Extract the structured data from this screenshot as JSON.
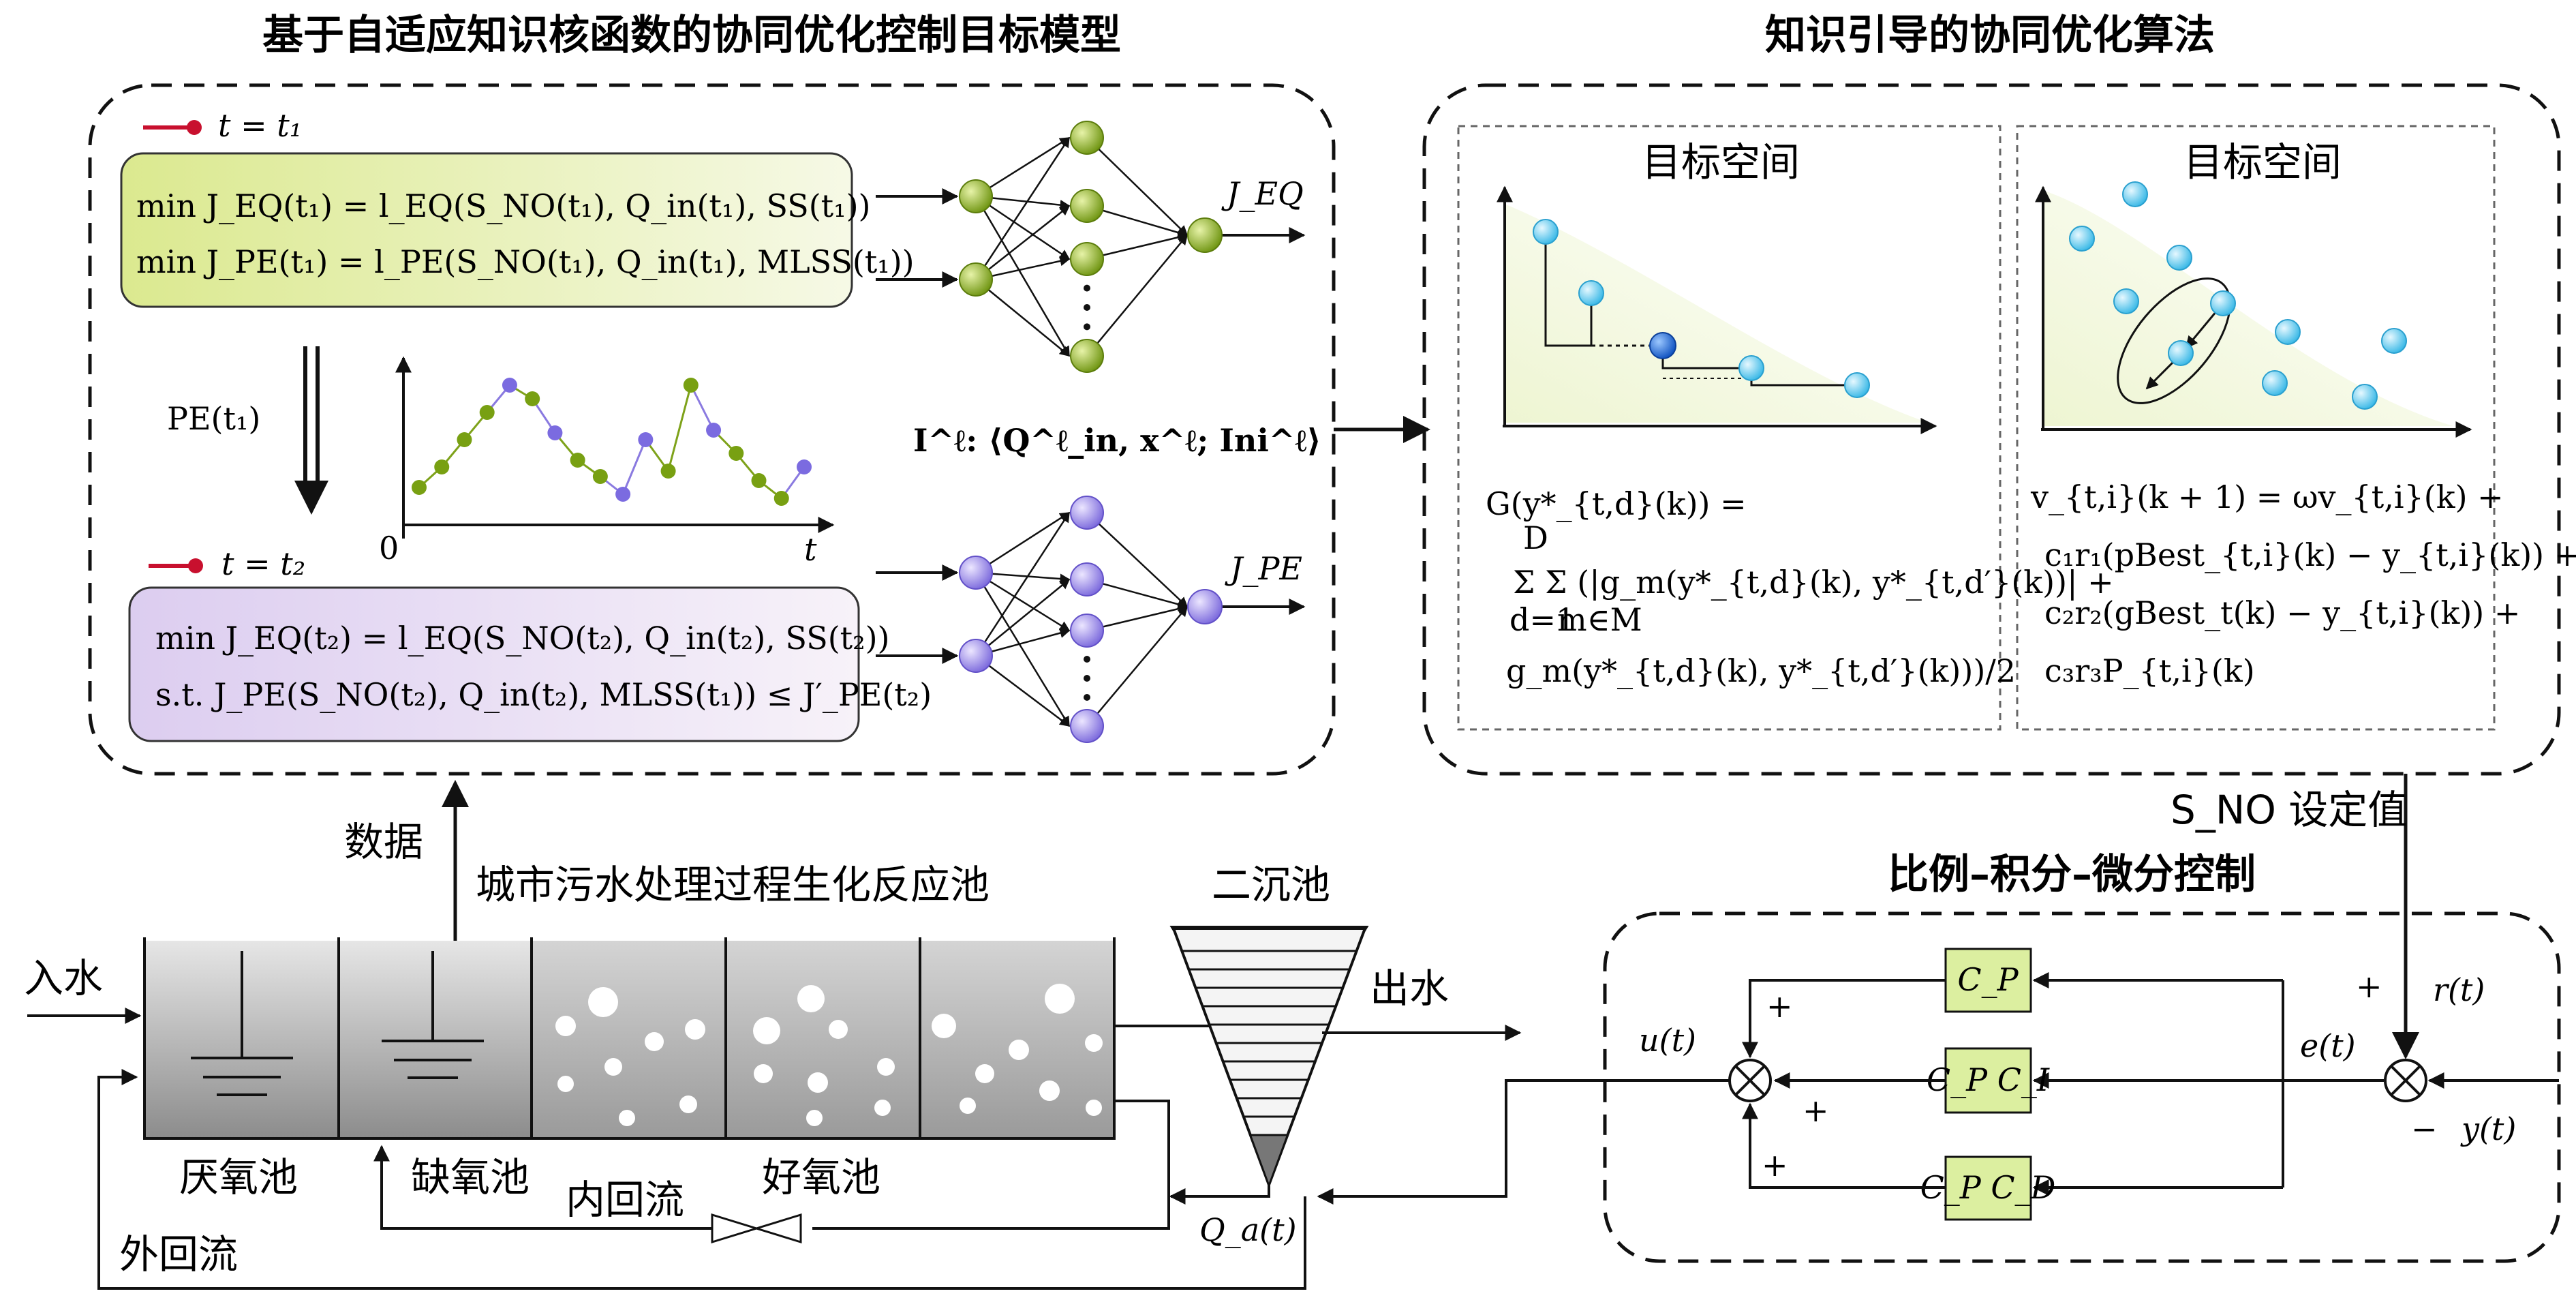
{
  "titles": {
    "model": "基于自适应知识核函数的协同优化控制目标模型",
    "algorithm": "知识引导的协同优化算法",
    "pid": "比例–积分–微分控制"
  },
  "model": {
    "t1_label": "t = t₁",
    "eq1_line1": "min  J_EQ(t₁) = l_EQ(S_NO(t₁),  Q_in(t₁),  SS(t₁))",
    "eq1_line2": "min  J_PE(t₁) = l_PE(S_NO(t₁),  Q_in(t₁),  MLSS(t₁))",
    "pe_label": "PE(t₁)",
    "chart_t": "t",
    "chart_zero": "0",
    "t2_label": "t = t₂",
    "eq2_line1": "min  J_EQ(t₂) = l_EQ(S_NO(t₂),  Q_in(t₂),  SS(t₂))",
    "eq2_line2": "s.t.  J_PE(S_NO(t₂),  Q_in(t₂),  MLSS(t₁)) ≤ J′_PE(t₂)",
    "nn1_output": "J_EQ",
    "nn2_output": "J_PE",
    "knowledge": "I^ℓ: ⟨Q^ℓ_in,  x^ℓ;  Ini^ℓ⟩"
  },
  "algorithm": {
    "space_left": "目标空间",
    "space_right": "目标空间",
    "g_line1": "G(y*_{t,d}(k)) =",
    "g_line2": "Σ Σ (|g_m(y*_{t,d}(k),  y*_{t,d′}(k))| +",
    "g_sum_top": "D",
    "g_sum_bottom_d": "d=1",
    "g_sum_bottom_m": "m∈M",
    "g_line3": "g_m(y*_{t,d}(k),  y*_{t,d′}(k)))/2",
    "v_line1": "v_{t,i}(k + 1) = ωv_{t,i}(k) +",
    "v_line2": "c₁r₁(pBest_{t,i}(k) − y_{t,i}(k)) +",
    "v_line3": "c₂r₂(gBest_t(k) − y_{t,i}(k)) +",
    "v_line4": "c₃r₃P_{t,i}(k)"
  },
  "process": {
    "data_label": "数据",
    "reactor_label": "城市污水处理过程生化反应池",
    "inflow": "入水",
    "settler": "二沉池",
    "outflow": "出水",
    "anaerobic": "厌氧池",
    "anoxic": "缺氧池",
    "aerobic": "好氧池",
    "internal_return": "内回流",
    "external_return": "外回流",
    "qa": "Q_a(t)"
  },
  "pid": {
    "setpoint": "S_NO 设定值",
    "cp": "C_P",
    "cpci": "C_P C_I",
    "cpcd": "C_P C_D",
    "u": "u(t)",
    "e": "e(t)",
    "r": "r(t)",
    "y": "y(t)",
    "plus": "+",
    "minus": "−"
  },
  "colors": {
    "green_gradient_start": "#f4f8d6",
    "green_gradient_end": "#d6e78a",
    "purple_gradient_start": "#f6eef8",
    "purple_gradient_end": "#d9c9ee",
    "green_node": "#8fb51e",
    "purple_node": "#9b8be8",
    "cyan_point": "#4fc3e8",
    "blue_point": "#1e6fd8",
    "tank_dark": "#8a8a8a",
    "tank_light": "#f0f0f0",
    "pid_block": "#dcefa0"
  },
  "chart_data": {
    "type": "line",
    "title": "",
    "xlabel": "t",
    "ylabel": "",
    "x": [
      0,
      1,
      2,
      3,
      4,
      5,
      6,
      7,
      8,
      9,
      10,
      11,
      12,
      13,
      14,
      15,
      16,
      17
    ],
    "values": [
      0.2,
      0.35,
      0.55,
      0.75,
      0.95,
      0.85,
      0.6,
      0.4,
      0.28,
      0.15,
      0.55,
      0.32,
      0.95,
      0.62,
      0.45,
      0.25,
      0.12,
      0.35
    ],
    "point_colors": [
      "green",
      "green",
      "green",
      "green",
      "purple",
      "green",
      "purple",
      "green",
      "green",
      "purple",
      "purple",
      "green",
      "green",
      "purple",
      "green",
      "green",
      "green",
      "purple"
    ]
  }
}
